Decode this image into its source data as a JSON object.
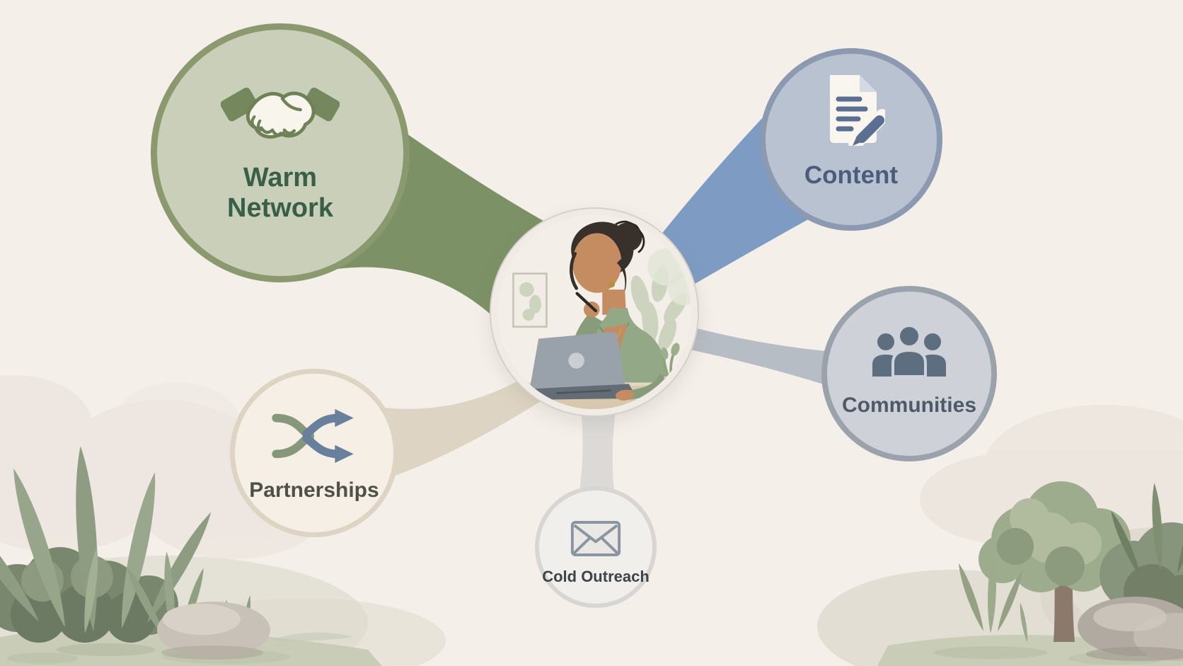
{
  "diagram": {
    "kind": "mind-map",
    "background_color": "#f4efe9",
    "center_icon": "woman-at-laptop-illustration"
  },
  "nodes": [
    {
      "id": "warm-network",
      "label": "Warm Network",
      "icon": "handshake-icon",
      "fill": "#c9cfb8",
      "border": "#8a996e",
      "text_color": "#3a5f48",
      "connector_color": "#7d9166"
    },
    {
      "id": "content",
      "label": "Content",
      "icon": "document-pencil-icon",
      "fill": "#b8c2d1",
      "border": "#8b9ab0",
      "text_color": "#4c5d7b",
      "connector_color": "#7e9cc3"
    },
    {
      "id": "communities",
      "label": "Communities",
      "icon": "people-icon",
      "fill": "#ced2d8",
      "border": "#9aa2ab",
      "text_color": "#4e5a68",
      "connector_color": "#b7bdc5"
    },
    {
      "id": "partnerships",
      "label": "Partnerships",
      "icon": "shuffle-icon",
      "fill": "#f5efe5",
      "border": "#ddd4c3",
      "text_color": "#4e5148",
      "connector_color": "#ddd4c3"
    },
    {
      "id": "cold-outreach",
      "label": "Cold Outreach",
      "icon": "envelope-icon",
      "fill": "#f0efec",
      "border": "#d8d6d2",
      "text_color": "#3f4347",
      "connector_color": "#dcdad7"
    }
  ]
}
